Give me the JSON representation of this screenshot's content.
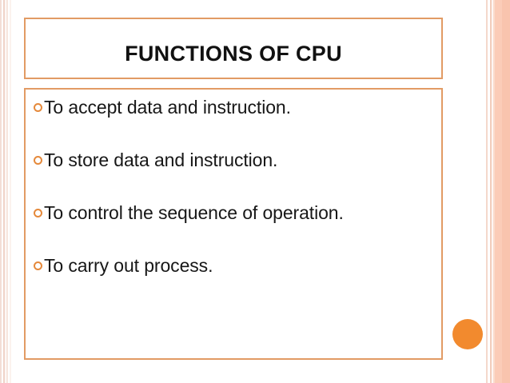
{
  "slide": {
    "title": "FUNCTIONS OF CPU",
    "bullets": [
      {
        "text": "To accept data and instruction."
      },
      {
        "text": "To store data and instruction."
      },
      {
        "text": "To control the sequence of operation."
      },
      {
        "text": "To carry out process."
      }
    ]
  },
  "decor": {
    "accent_color": "#f28a2e",
    "border_color": "#e29b64",
    "bullet_color": "#e5893b",
    "stripe_color": "#f9c4ae",
    "text_color": "#171717",
    "background": "#ffffff"
  }
}
